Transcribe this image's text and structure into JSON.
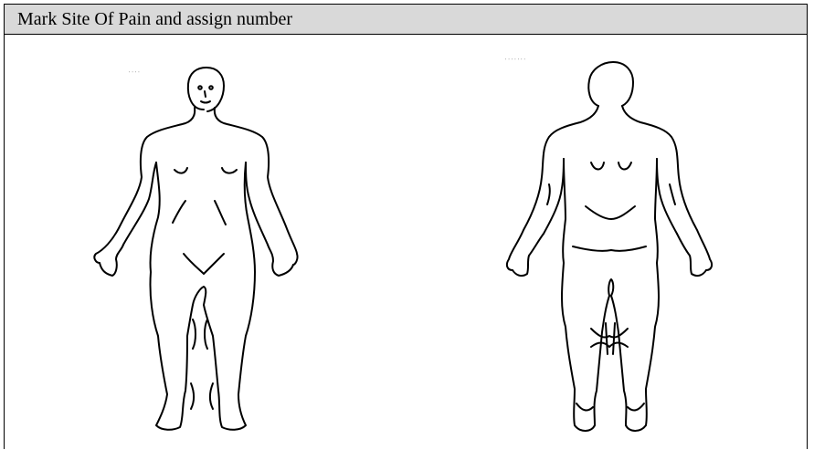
{
  "form": {
    "header_title": "Mark Site Of Pain and assign number"
  },
  "body_chart": {
    "front_view": {
      "icon": "human-body-front-outline"
    },
    "back_view": {
      "icon": "human-body-back-outline"
    }
  }
}
